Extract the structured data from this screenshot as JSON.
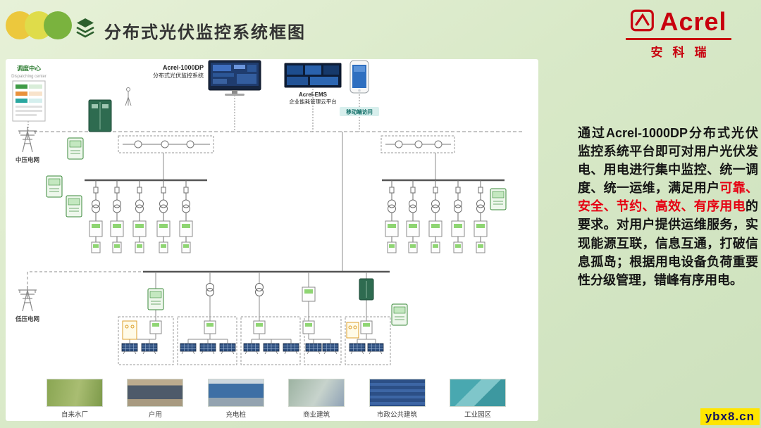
{
  "colors": {
    "background": "#d9e9c8",
    "accent_green": "#7ab33e",
    "brand_red": "#c8000e",
    "highlight_red": "#e60012",
    "watermark_bg": "#ffe500"
  },
  "header": {
    "title": "分布式光伏监控系统框图"
  },
  "logo": {
    "brand": "Acrel",
    "brand_cn": "安科瑞"
  },
  "diagram": {
    "dispatch_center": "调度中心",
    "dispatch_center_en": "Dispatching center",
    "scada_line1": "Acrel-1000DP",
    "scada_line2": "分布式光伏监控系统",
    "ems_line1": "Acrel-EMS",
    "ems_line2": "企业能耗管理云平台",
    "mobile_label": "移动端访问",
    "mv_grid": "中压电网",
    "lv_grid": "低压电网"
  },
  "description": {
    "before": "通过Acrel-1000DP分布式光伏监控系统平台即可对用户光伏发电、用电进行集中监控、统一调度、统一运维，满足用户",
    "highlight": "可靠、安全、节约、高效、有序用电",
    "after": "的要求。对用户提供运维服务，实现能源互联，信息互通，打破信息孤岛；根据用电设备负荷重要性分级管理，错峰有序用电。"
  },
  "photos": [
    {
      "label": "自来水厂"
    },
    {
      "label": "户用"
    },
    {
      "label": "充电桩"
    },
    {
      "label": "商业建筑"
    },
    {
      "label": "市政公共建筑"
    },
    {
      "label": "工业园区"
    }
  ],
  "watermark": "ybx8.cn"
}
